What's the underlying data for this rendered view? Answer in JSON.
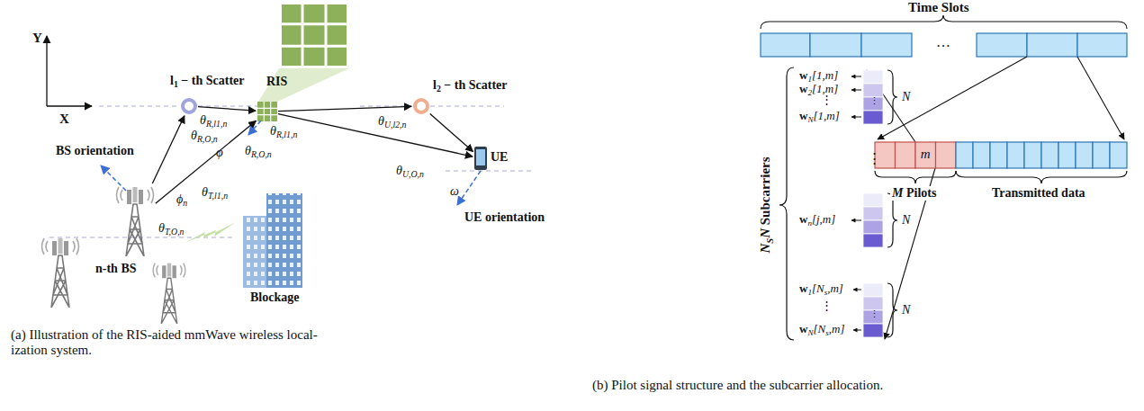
{
  "diagram": {
    "nodes": [
      {
        "text": [
          "l1 − th Scatter"
        ]
      },
      {
        "text": [
          "RIS"
        ]
      },
      {
        "text": [
          "l2 − th Scatter"
        ]
      },
      {
        "text": [
          "UE"
        ]
      },
      {
        "text": [
          "n-th BS"
        ]
      },
      {
        "text": [
          "Blockage"
        ]
      },
      {
        "text": [
          "m"
        ]
      }
    ],
    "edges": [
      {
        "from": 4,
        "to": 0,
        "arrow": "to"
      },
      {
        "from": 0,
        "to": 1,
        "arrow": "to"
      },
      {
        "from": 4,
        "to": 1,
        "arrow": "to"
      },
      {
        "from": 1,
        "to": 3,
        "arrow": "to"
      },
      {
        "from": 1,
        "to": 2,
        "arrow": "to"
      },
      {
        "from": 2,
        "to": 3,
        "arrow": "to"
      }
    ],
    "labels": [
      "Y",
      "X",
      "BS orientation",
      "θR,l1,n",
      "φ",
      "θR,O,n",
      "θR,l1,n",
      "θR,O,n",
      "ϕn",
      "θT,l1,n",
      "θT,O,n",
      "θU,l2,n",
      "θU,O,n",
      "ω",
      "UE orientation",
      "(a) Illustration of the RIS-aided mmWave wireless local- ization system.",
      "Time Slots",
      "…",
      "M Pilots",
      "Transmitted data",
      "NSN Subcarriers",
      "w1[1,m]",
      "w2[1,m]",
      "⋮",
      "wN[1,m]",
      "N",
      "⋮",
      "⋮",
      "wn[j,m]",
      "N",
      "⋮",
      "w1[Ns,m]",
      "⋮",
      "wN[Ns,m]",
      "N",
      "(b) Pilot signal structure and the subcarrier allocation."
    ]
  }
}
